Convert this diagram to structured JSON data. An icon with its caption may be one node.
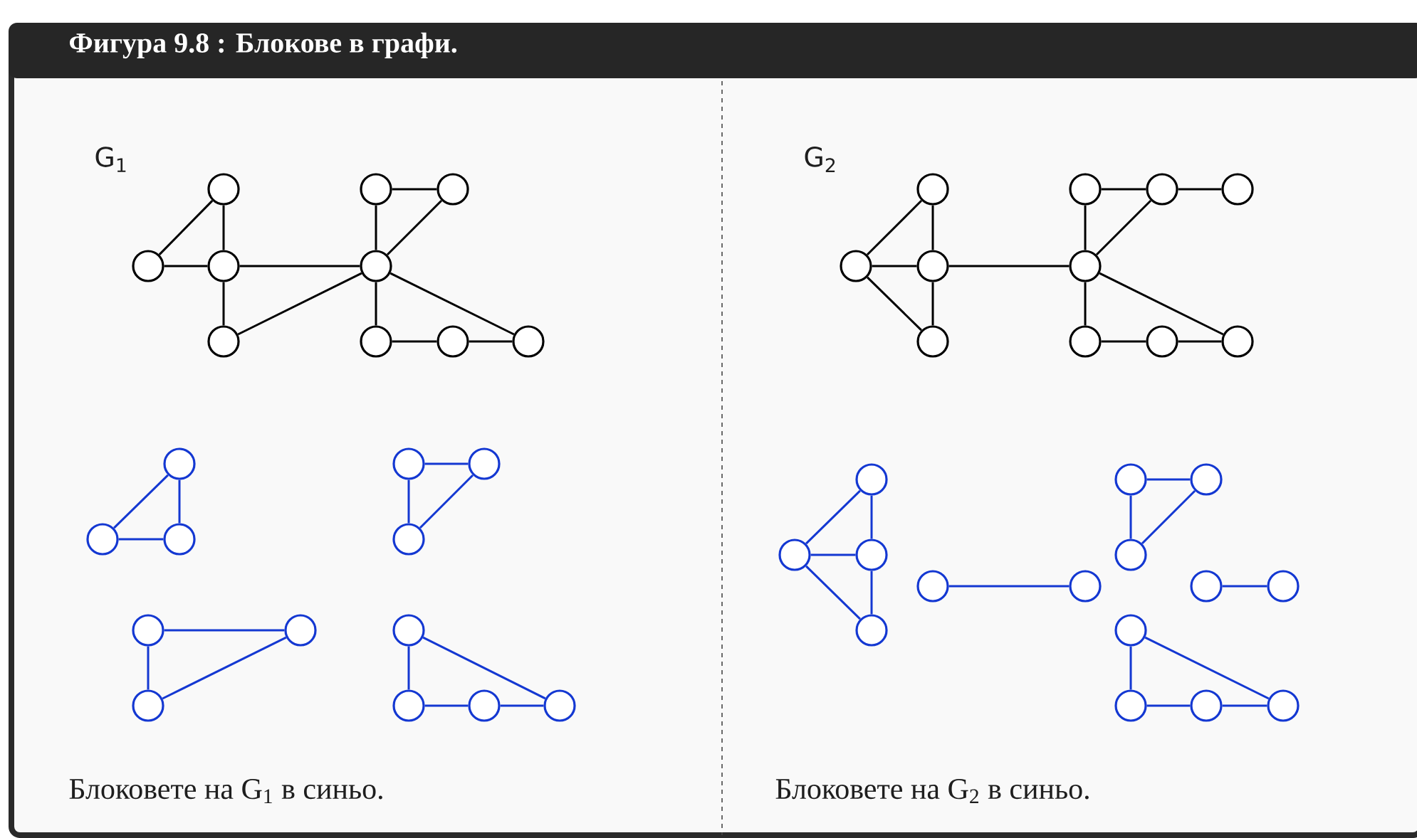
{
  "diagram": {
    "title": "Фигура 9.8 : Блокове в графи.",
    "nodes": [
      {
        "text": [],
        "shape": "circle"
      },
      {
        "text": [],
        "shape": "circle"
      },
      {
        "text": [],
        "shape": "circle"
      },
      {
        "text": [],
        "shape": "circle"
      },
      {
        "text": [],
        "shape": "circle"
      },
      {
        "text": [],
        "shape": "circle"
      },
      {
        "text": [],
        "shape": "circle"
      },
      {
        "text": [],
        "shape": "circle"
      },
      {
        "text": [],
        "shape": "circle"
      },
      {
        "text": [],
        "shape": "circle"
      },
      {
        "text": [],
        "shape": "circle"
      },
      {
        "text": [],
        "shape": "circle"
      },
      {
        "text": [],
        "shape": "circle"
      },
      {
        "text": [],
        "shape": "circle"
      },
      {
        "text": [],
        "shape": "circle"
      },
      {
        "text": [],
        "shape": "circle"
      },
      {
        "text": [],
        "shape": "circle"
      },
      {
        "text": [],
        "shape": "circle"
      },
      {
        "text": [],
        "shape": "circle"
      },
      {
        "text": [],
        "shape": "circle"
      },
      {
        "text": [],
        "shape": "circle"
      },
      {
        "text": [],
        "shape": "circle"
      },
      {
        "text": [],
        "shape": "circle"
      },
      {
        "text": [],
        "shape": "circle"
      },
      {
        "text": [],
        "shape": "circle"
      },
      {
        "text": [],
        "shape": "circle"
      },
      {
        "text": [],
        "shape": "circle"
      },
      {
        "text": [],
        "shape": "circle"
      },
      {
        "text": [],
        "shape": "circle"
      },
      {
        "text": [],
        "shape": "circle"
      },
      {
        "text": [],
        "shape": "circle"
      },
      {
        "text": [],
        "shape": "circle"
      },
      {
        "text": [],
        "shape": "circle"
      },
      {
        "text": [],
        "shape": "circle"
      },
      {
        "text": [],
        "shape": "circle"
      },
      {
        "text": [],
        "shape": "circle"
      },
      {
        "text": [],
        "shape": "circle"
      },
      {
        "text": [],
        "shape": "circle"
      },
      {
        "text": [],
        "shape": "circle"
      },
      {
        "text": [],
        "shape": "circle"
      },
      {
        "text": [],
        "shape": "circle"
      },
      {
        "text": [],
        "shape": "circle"
      },
      {
        "text": [],
        "shape": "circle"
      },
      {
        "text": [],
        "shape": "circle"
      },
      {
        "text": [],
        "shape": "circle"
      },
      {
        "text": [],
        "shape": "circle"
      },
      {
        "text": [],
        "shape": "circle"
      },
      {
        "text": [],
        "shape": "circle"
      },
      {
        "text": [],
        "shape": "circle"
      }
    ],
    "edges": [
      {
        "from": 0,
        "to": 1,
        "arrow": "none"
      },
      {
        "from": 0,
        "to": 2,
        "arrow": "none"
      },
      {
        "from": 1,
        "to": 2,
        "arrow": "none"
      },
      {
        "from": 2,
        "to": 3,
        "arrow": "none"
      },
      {
        "from": 2,
        "to": 5,
        "arrow": "none"
      },
      {
        "from": 3,
        "to": 5,
        "arrow": "none"
      },
      {
        "from": 4,
        "to": 5,
        "arrow": "none"
      },
      {
        "from": 4,
        "to": 6,
        "arrow": "none"
      },
      {
        "from": 5,
        "to": 6,
        "arrow": "none"
      },
      {
        "from": 5,
        "to": 7,
        "arrow": "none"
      },
      {
        "from": 5,
        "to": 9,
        "arrow": "none"
      },
      {
        "from": 7,
        "to": 8,
        "arrow": "none"
      },
      {
        "from": 8,
        "to": 9,
        "arrow": "none"
      },
      {
        "from": 10,
        "to": 11,
        "arrow": "none",
        "color": "#1438d2"
      },
      {
        "from": 10,
        "to": 12,
        "arrow": "none",
        "color": "#1438d2"
      },
      {
        "from": 11,
        "to": 12,
        "arrow": "none",
        "color": "#1438d2"
      },
      {
        "from": 13,
        "to": 14,
        "arrow": "none",
        "color": "#1438d2"
      },
      {
        "from": 13,
        "to": 15,
        "arrow": "none",
        "color": "#1438d2"
      },
      {
        "from": 14,
        "to": 15,
        "arrow": "none",
        "color": "#1438d2"
      },
      {
        "from": 16,
        "to": 17,
        "arrow": "none",
        "color": "#1438d2"
      },
      {
        "from": 16,
        "to": 18,
        "arrow": "none",
        "color": "#1438d2"
      },
      {
        "from": 17,
        "to": 18,
        "arrow": "none",
        "color": "#1438d2"
      },
      {
        "from": 19,
        "to": 20,
        "arrow": "none",
        "color": "#1438d2"
      },
      {
        "from": 20,
        "to": 21,
        "arrow": "none",
        "color": "#1438d2"
      },
      {
        "from": 21,
        "to": 22,
        "arrow": "none",
        "color": "#1438d2"
      },
      {
        "from": 19,
        "to": 22,
        "arrow": "none",
        "color": "#1438d2"
      },
      {
        "from": 23,
        "to": 24,
        "arrow": "none"
      },
      {
        "from": 23,
        "to": 25,
        "arrow": "none"
      },
      {
        "from": 24,
        "to": 25,
        "arrow": "none"
      },
      {
        "from": 24,
        "to": 26,
        "arrow": "none"
      },
      {
        "from": 25,
        "to": 26,
        "arrow": "none"
      },
      {
        "from": 25,
        "to": 28,
        "arrow": "none"
      },
      {
        "from": 27,
        "to": 28,
        "arrow": "none"
      },
      {
        "from": 27,
        "to": 29,
        "arrow": "none"
      },
      {
        "from": 29,
        "to": 30,
        "arrow": "none"
      },
      {
        "from": 28,
        "to": 29,
        "arrow": "none"
      },
      {
        "from": 28,
        "to": 31,
        "arrow": "none"
      },
      {
        "from": 28,
        "to": 33,
        "arrow": "none"
      },
      {
        "from": 31,
        "to": 32,
        "arrow": "none"
      },
      {
        "from": 32,
        "to": 33,
        "arrow": "none"
      },
      {
        "from": 34,
        "to": 35,
        "arrow": "none",
        "color": "#1438d2"
      },
      {
        "from": 34,
        "to": 36,
        "arrow": "none",
        "color": "#1438d2"
      },
      {
        "from": 35,
        "to": 36,
        "arrow": "none",
        "color": "#1438d2"
      },
      {
        "from": 35,
        "to": 37,
        "arrow": "none",
        "color": "#1438d2"
      },
      {
        "from": 36,
        "to": 37,
        "arrow": "none",
        "color": "#1438d2"
      },
      {
        "from": 38,
        "to": 39,
        "arrow": "none",
        "color": "#1438d2"
      },
      {
        "from": 40,
        "to": 41,
        "arrow": "none",
        "color": "#1438d2"
      },
      {
        "from": 40,
        "to": 42,
        "arrow": "none",
        "color": "#1438d2"
      },
      {
        "from": 41,
        "to": 42,
        "arrow": "none",
        "color": "#1438d2"
      },
      {
        "from": 43,
        "to": 44,
        "arrow": "none",
        "color": "#1438d2"
      },
      {
        "from": 45,
        "to": 46,
        "arrow": "none",
        "color": "#1438d2"
      },
      {
        "from": 46,
        "to": 47,
        "arrow": "none",
        "color": "#1438d2"
      },
      {
        "from": 47,
        "to": 48,
        "arrow": "none",
        "color": "#1438d2"
      },
      {
        "from": 45,
        "to": 48,
        "arrow": "none",
        "color": "#1438d2"
      }
    ],
    "labels": [
      "G$_{1}$",
      "G$_{2}$",
      "Блоковете на G$_{1}$ в синьо.",
      "Блоковете на G$_{2}$ в синьо."
    ]
  }
}
